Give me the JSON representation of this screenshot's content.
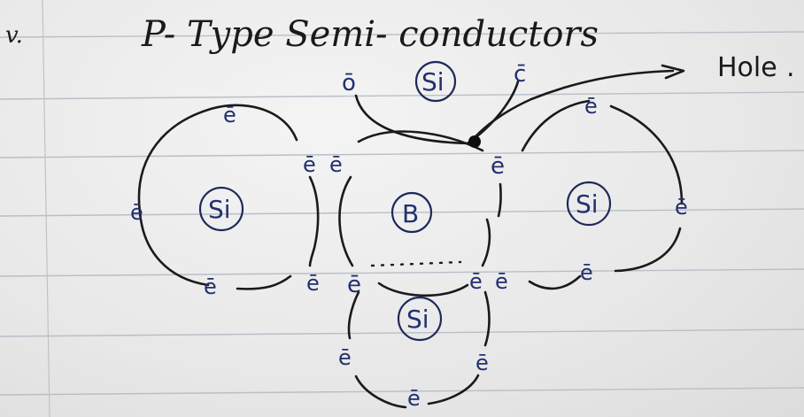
{
  "page": {
    "number": "v.",
    "title": "P- Type Semi- conductors"
  },
  "atoms": {
    "center": "B",
    "left": "Si",
    "top": "Si",
    "right": "Si",
    "bottom": "Si"
  },
  "labels": {
    "hole": "Hole",
    "electron": "ē",
    "top_o": "ō",
    "top_c": "c̄"
  },
  "colors": {
    "ink": "#1a1a1a",
    "blue_ink": "#22306e",
    "rule_lines": "#b9bec8"
  }
}
